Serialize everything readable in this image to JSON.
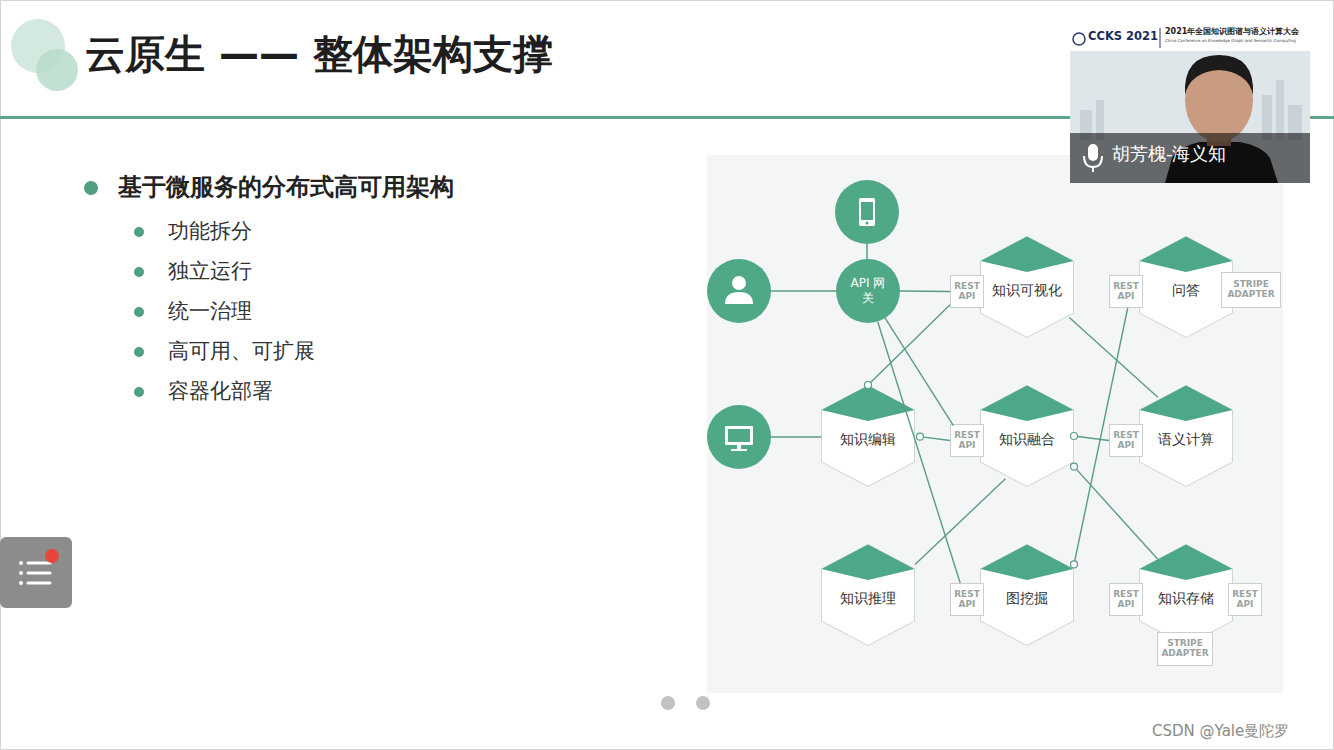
{
  "diagram": {
    "title": "云原生 —— 整体架构支撑",
    "nodes": [
      {
        "text": [
          "API 网关"
        ]
      },
      {
        "text": [
          "知识可视化"
        ]
      },
      {
        "text": [
          "REST API"
        ],
        "in": 1
      },
      {
        "text": [
          "问答"
        ]
      },
      {
        "text": [
          "REST API"
        ],
        "in": 3
      },
      {
        "text": [
          "STRIPE ADAPTER"
        ],
        "in": 3
      },
      {
        "text": [
          "知识编辑"
        ]
      },
      {
        "text": [
          "知识融合"
        ]
      },
      {
        "text": [
          "REST API"
        ],
        "in": 7
      },
      {
        "text": [
          "语义计算"
        ]
      },
      {
        "text": [
          "REST API"
        ],
        "in": 9
      },
      {
        "text": [
          "知识推理"
        ]
      },
      {
        "text": [
          "图挖掘"
        ]
      },
      {
        "text": [
          "REST API"
        ],
        "in": 12
      },
      {
        "text": [
          "知识存储"
        ]
      },
      {
        "text": [
          "REST API"
        ],
        "in": 14
      },
      {
        "text": [
          "REST API"
        ],
        "in": 14
      },
      {
        "text": [
          "STRIPE ADAPTER"
        ],
        "in": 14
      }
    ],
    "edges": [
      {
        "from": 0,
        "to": 2,
        "arrow": "none"
      },
      {
        "from": 0,
        "to": 8,
        "arrow": "none"
      },
      {
        "from": 0,
        "to": 13,
        "arrow": "none"
      },
      {
        "from": 2,
        "to": 6,
        "arrow": "none"
      },
      {
        "from": 6,
        "to": 8,
        "arrow": "none"
      },
      {
        "from": 1,
        "to": 9,
        "arrow": "none"
      },
      {
        "from": 7,
        "to": 10,
        "arrow": "none"
      },
      {
        "from": 12,
        "to": 4,
        "arrow": "none"
      },
      {
        "from": 7,
        "to": 14,
        "arrow": "none"
      },
      {
        "from": 11,
        "to": 7,
        "arrow": "none"
      }
    ],
    "labels": [
      "基于微服务的分布式高可用架构",
      "功能拆分",
      "独立运行",
      "统一治理",
      "高可用、可扩展",
      "容器化部署",
      "CCKS 2021",
      "2021年全国知识图谱与语义计算大会",
      "China Conference on Knowledge Graph and Semantic Computing",
      "胡芳槐-海义知",
      "CSDN @Yale曼陀罗"
    ]
  }
}
